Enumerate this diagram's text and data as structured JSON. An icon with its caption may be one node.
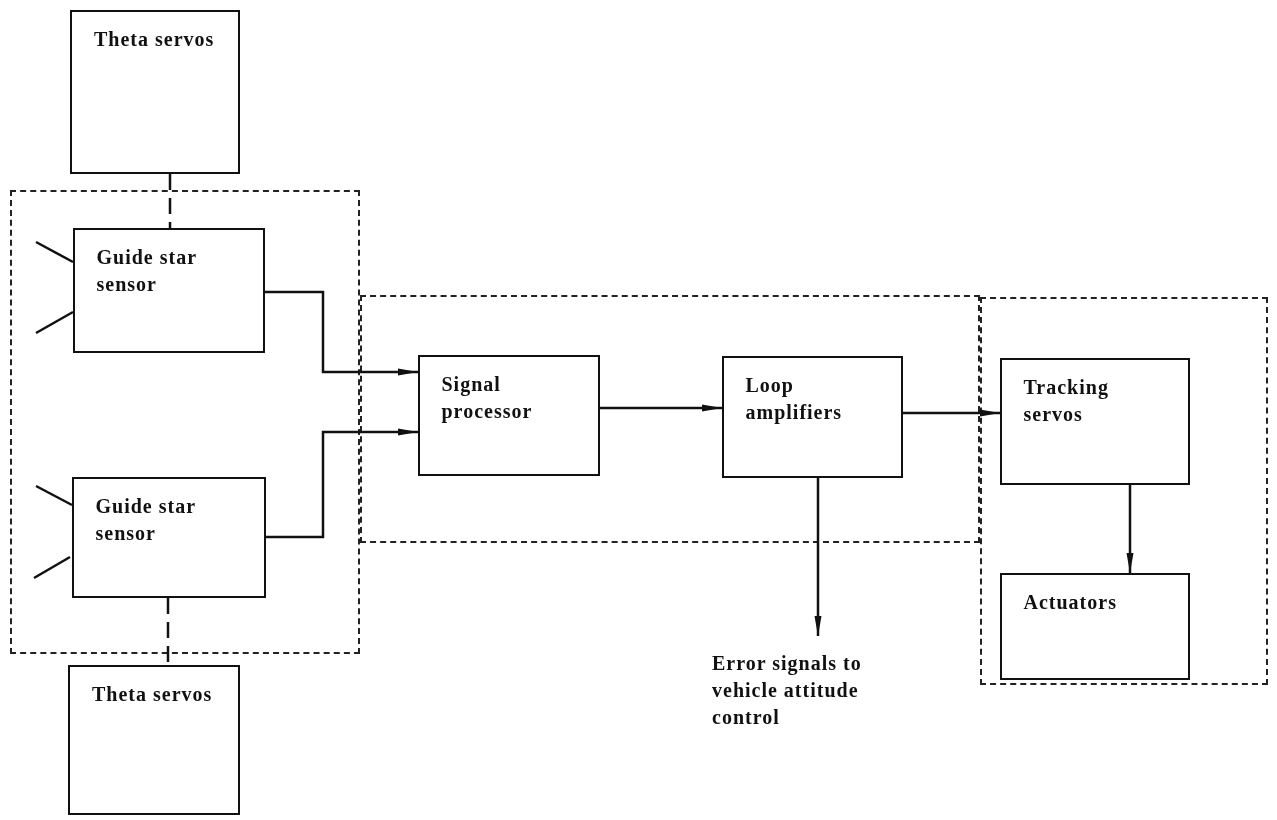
{
  "diagram": {
    "nodes": [
      {
        "text": [
          "Theta servos"
        ]
      },
      {
        "text": [],
        "shape": "box"
      },
      {
        "text": [
          "Guide star sensor"
        ],
        "in": 1
      },
      {
        "text": [
          "Guide star sensor"
        ],
        "in": 1
      },
      {
        "text": [
          "Theta servos"
        ]
      },
      {
        "text": [],
        "shape": "box"
      },
      {
        "text": [
          "Signal processor"
        ],
        "in": 5
      },
      {
        "text": [
          "Loop amplifiers"
        ],
        "in": 5
      },
      {
        "text": [],
        "shape": "box"
      },
      {
        "text": [
          "Tracking servos"
        ],
        "in": 8
      },
      {
        "text": [
          "Actuators"
        ],
        "in": 8
      },
      {
        "text": [
          "Error signals to vehicle attitude control"
        ]
      }
    ],
    "edges": [
      {
        "from": 0,
        "to": 2,
        "arrow": "none",
        "style": "dashed"
      },
      {
        "from": 3,
        "to": 4,
        "arrow": "none",
        "style": "dashed"
      },
      {
        "from": 2,
        "to": 6,
        "arrow": "to"
      },
      {
        "from": 3,
        "to": 6,
        "arrow": "to"
      },
      {
        "from": 6,
        "to": 7,
        "arrow": "to"
      },
      {
        "from": 7,
        "to": 9,
        "arrow": "to"
      },
      {
        "from": 9,
        "to": 10,
        "arrow": "to"
      },
      {
        "from": 7,
        "to": 11,
        "arrow": "to"
      }
    ]
  }
}
